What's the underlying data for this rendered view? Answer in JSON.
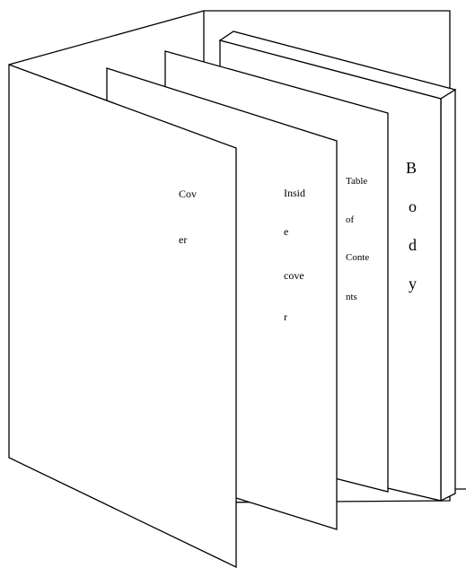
{
  "pages": [
    {
      "id": "body",
      "lines": [
        "B",
        "o",
        "d",
        "y"
      ]
    },
    {
      "id": "table-of-contents",
      "lines": [
        "Table",
        "of",
        "Conte",
        "nts"
      ]
    },
    {
      "id": "inside-cover",
      "lines": [
        "Insid",
        "e",
        "cove",
        "r"
      ]
    },
    {
      "id": "cover",
      "lines": [
        "Cov",
        "er"
      ]
    }
  ]
}
